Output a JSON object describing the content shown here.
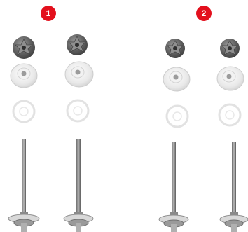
{
  "kits": [
    {
      "number": "1",
      "badge_color": "#e3101d"
    },
    {
      "number": "2",
      "badge_color": "#e3101d"
    }
  ],
  "parts": {
    "nut": "star-lock-nut",
    "cap_washer": "cone-washer",
    "flat_washer": "flat-washer",
    "bolt": "threaded-bolt-with-flange"
  }
}
